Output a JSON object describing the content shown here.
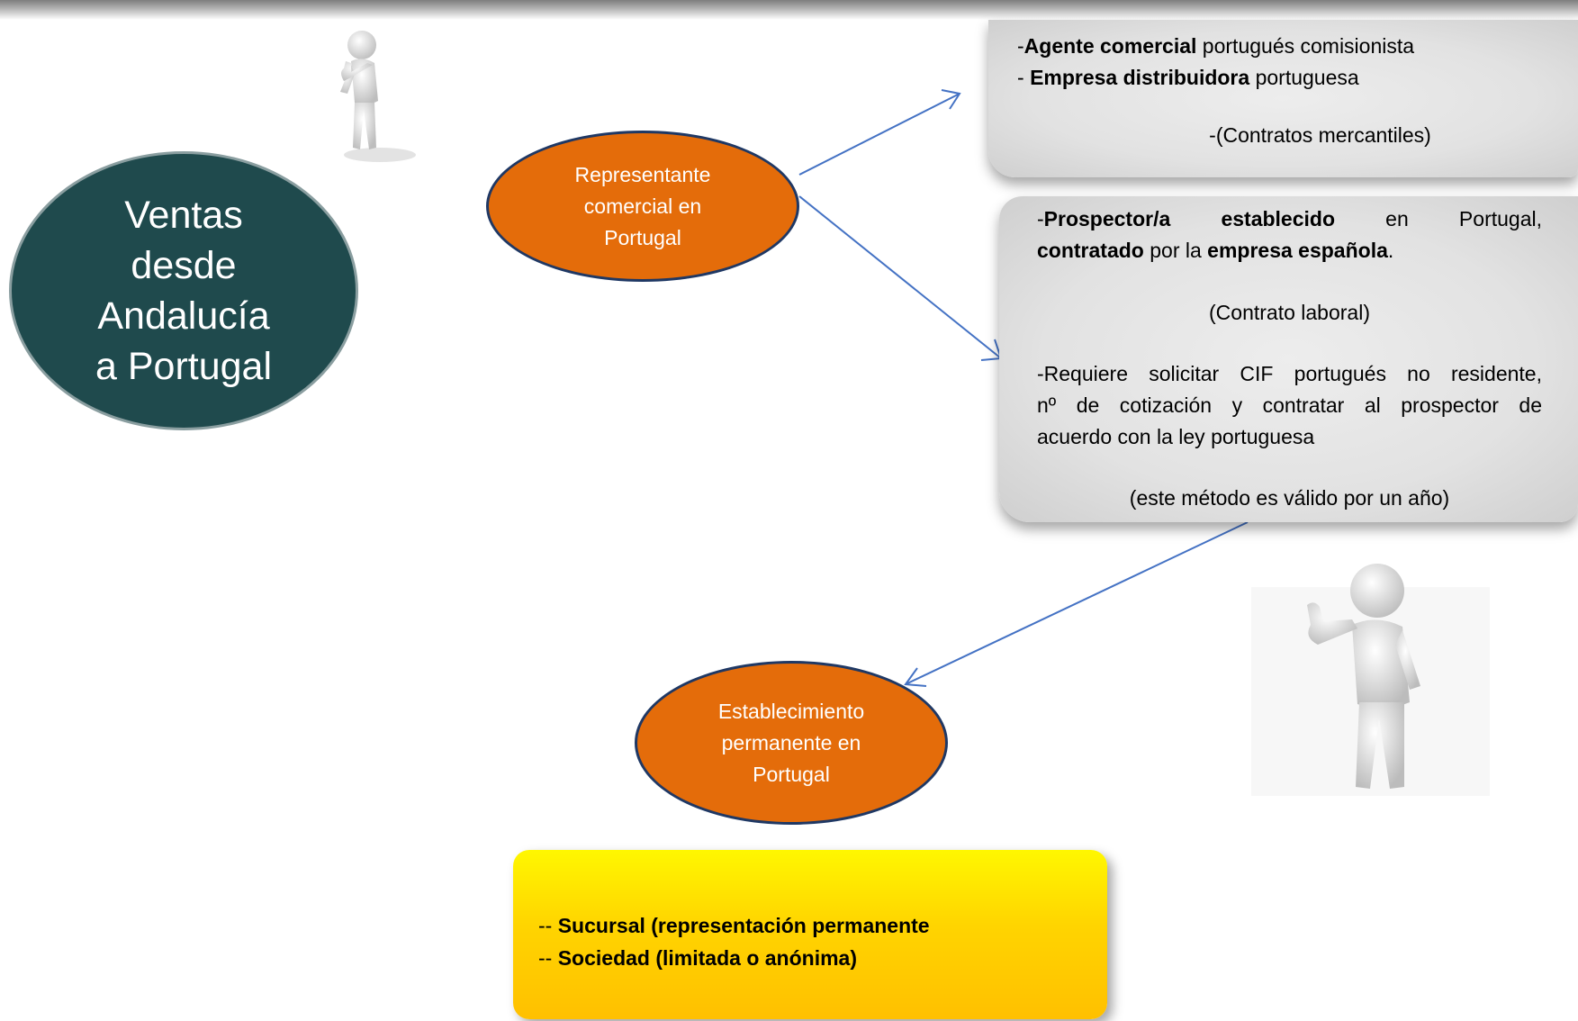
{
  "main_node": {
    "line1": "Ventas",
    "line2": "desde",
    "line3": "Andalucía",
    "line4": "a Portugal"
  },
  "rep_node": {
    "line1": "Representante",
    "line2": "comercial en",
    "line3": "Portugal"
  },
  "est_node": {
    "line1": "Establecimiento",
    "line2": "permanente en",
    "line3": "Portugal"
  },
  "box_a": {
    "l1_dash": "-",
    "l1_bold": "Agente comercial",
    "l1_rest": " portugués comisionista",
    "l2_dash": "- ",
    "l2_bold": "Empresa distribuidora",
    "l2_rest": " portuguesa",
    "l3": "-(Contratos mercantiles)"
  },
  "box_b": {
    "p1_dash": "-",
    "p1_bold1": "Prospector/a establecido",
    "p1_rest1": " en Portugal,",
    "p1_bold2": "contratado",
    "p1_mid": " por la ",
    "p1_bold3": "empresa española",
    "p1_end": ".",
    "p2": "(Contrato laboral)",
    "p3a": "-Requiere solicitar CIF portugués no residente,",
    "p3b": "nº de cotización y contratar al prospector de",
    "p3c": "acuerdo con la ley portuguesa",
    "p4": "(este método es válido por un año)"
  },
  "box_c": {
    "l1_dash": "-- ",
    "l1_text": "Sucursal (representación permanente",
    "l2_dash": "-- ",
    "l2_text": "Sociedad (limitada o anónima)"
  },
  "colors": {
    "main_fill": "#1f4a4d",
    "oval_fill": "#e46c0a",
    "oval_border": "#1f3864",
    "arrow": "#4472c4",
    "grey_box": "#e2e2e2",
    "yellow_box": "#ffc000"
  },
  "icons": [
    "thumbs-up-person-icon",
    "thumbs-up-person-icon"
  ]
}
